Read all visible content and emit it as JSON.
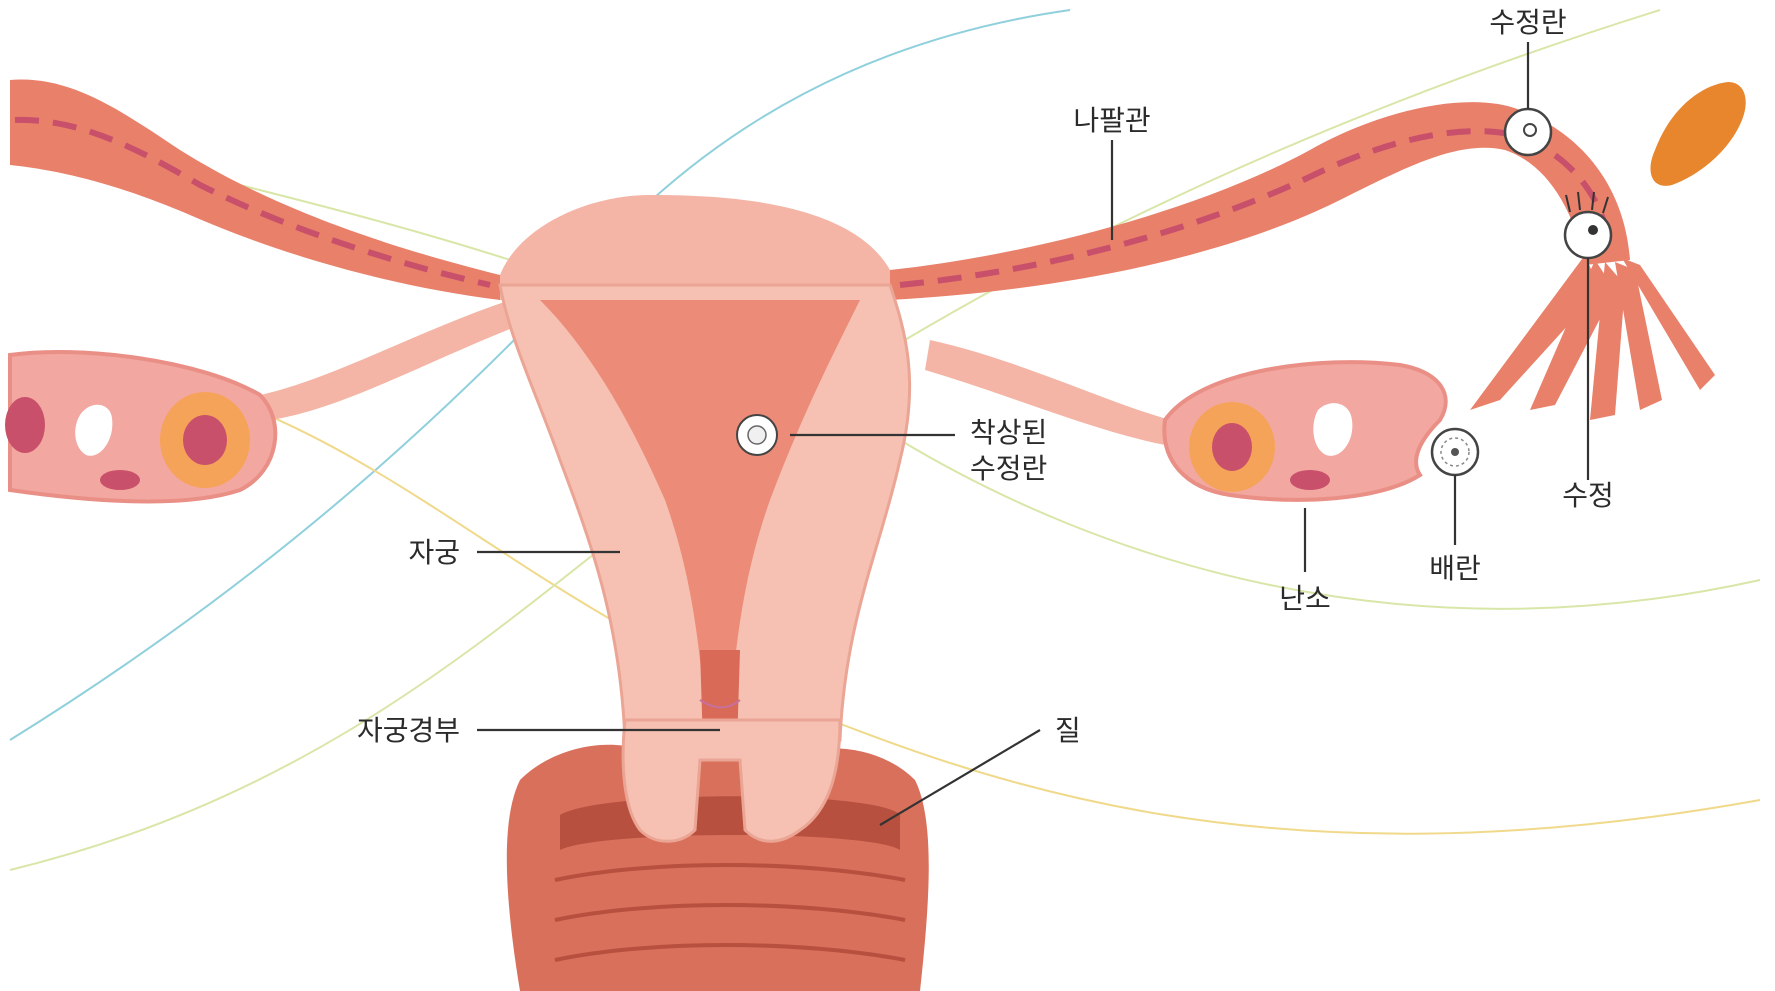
{
  "labels": {
    "fertilized_egg_top": "수정란",
    "fallopian_tube": "나팔관",
    "implanted_egg_line1": "착상된",
    "implanted_egg_line2": "수정란",
    "uterus": "자궁",
    "cervix": "자궁경부",
    "vagina": "질",
    "ovary": "난소",
    "ovulation": "배란",
    "fertilization": "수정"
  },
  "colors": {
    "tube": "#e8806a",
    "tube_dark": "#d96a58",
    "tube_stripe": "#c8506a",
    "fundus": "#f4b5a6",
    "uterine_wall": "#f6c0b3",
    "cavity": "#ec8b78",
    "ovary": "#f2a7a0",
    "follicle": "#f6a35a",
    "vagina": "#d9705c",
    "vagina_dark": "#b8503f",
    "ovum_orange": "#e8862e",
    "bg_line_blue": "#8fd0dc",
    "bg_line_yellow": "#f0d98a",
    "bg_line_green": "#d8e6a8"
  }
}
